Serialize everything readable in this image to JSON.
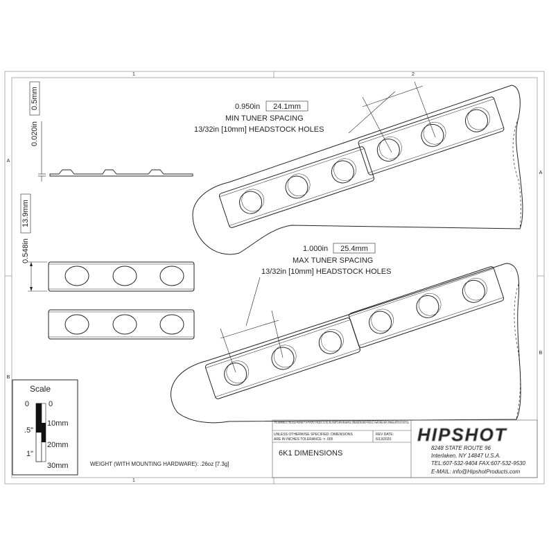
{
  "frame": {
    "zone_cols": [
      "1",
      "2"
    ],
    "zone_rows": [
      "A",
      "B"
    ]
  },
  "top_view": {
    "thickness_label": "0.020in",
    "thickness_label_mm": "0.5mm",
    "height_label": "0.548in",
    "height_label_mm": "13.9mm"
  },
  "min_spacing": {
    "dimension": "0.950in",
    "dimension_mm": "24.1mm",
    "line1": "MIN TUNER SPACING",
    "line2": "13/32in [10mm] HEADSTOCK HOLES"
  },
  "max_spacing": {
    "dimension": "1.000in",
    "dimension_mm": "25.4mm",
    "line1": "MAX TUNER SPACING",
    "line2": "13/32in [10mm] HEADSTOCK HOLES"
  },
  "scale": {
    "title": "Scale",
    "inch_labels": [
      "0",
      ".5\"",
      "1\""
    ],
    "mm_labels": [
      "0",
      "10mm",
      "20mm",
      "30mm"
    ]
  },
  "weight": "WEIGHT (WITH MOUNTING HARDWARE): .26oz [7.3g]",
  "title_block": {
    "notice": "THIS DRAWING IS THE SOLE PROPERTY OF HIPSHOT PRODUCTS, INC. ALL RIGHTS ARE RESERVED. DIMENSIONS AND PRODUCT FEATURES MAY CHANGE WITHOUT NOTICE.",
    "unless_line1": "UNLESS OTHERWISE SPECIFIED: DIMENSIONS",
    "unless_line2": "ARE IN INCHES TOLERANCE: ± .005",
    "rev_label": "REV DATE:",
    "rev_date": "6/13/2020",
    "drawing_title": "6K1 DIMENSIONS",
    "logo": "HIPSHOT",
    "address1": "8248 STATE ROUTE 96",
    "address2": "Interlaken, NY 14847 U.S.A.",
    "phone": "TEL:607-532-9404 FAX:607-532-9530",
    "email": "E-MAIL: info@HipshotProducts.com"
  }
}
